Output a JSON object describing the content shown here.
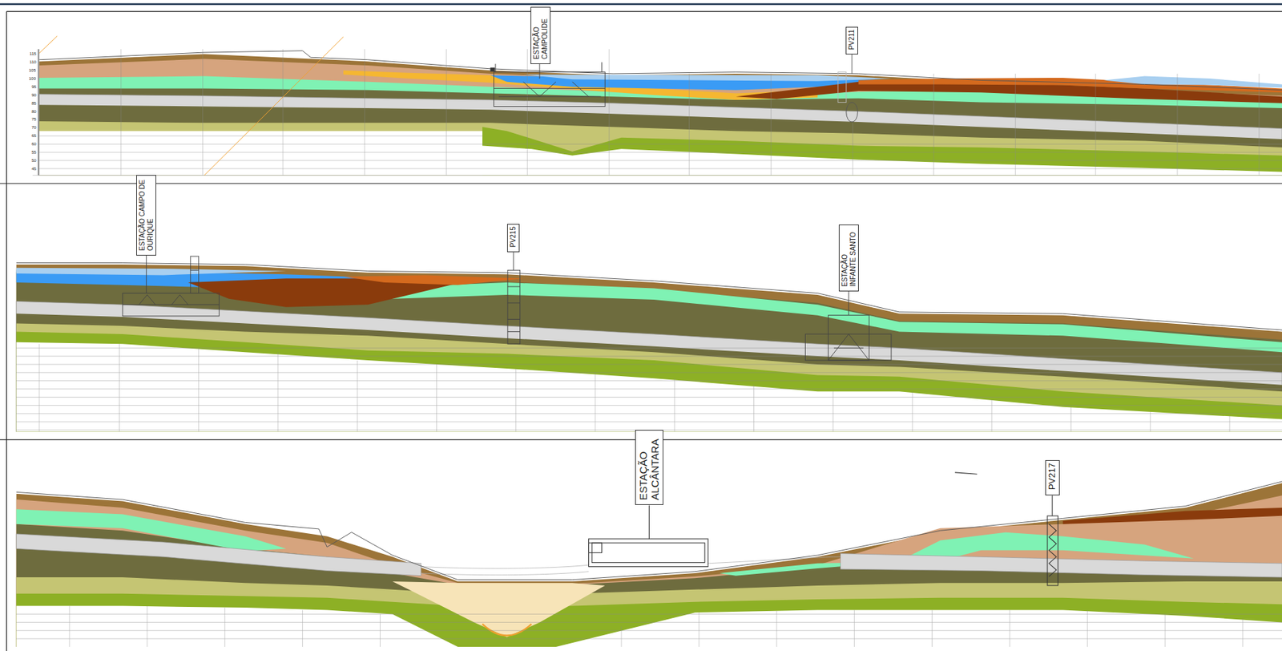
{
  "diagram": {
    "nodes": [
      {
        "text": [
          "ESTAÇÃO CAMPOLIDE"
        ]
      },
      {
        "text": [
          "PV211"
        ]
      },
      {
        "text": [
          "ESTAÇÃO CAMPO DE OURIQUE"
        ]
      },
      {
        "text": [
          "PV215"
        ]
      },
      {
        "text": [
          "ESTAÇÃO INFANTE SANTO"
        ]
      },
      {
        "text": [
          "ESTAÇÃO ALCÂNTARA"
        ]
      },
      {
        "text": [
          "PV217"
        ]
      }
    ],
    "labels": [
      "115",
      "110",
      "105",
      "100",
      "95",
      "90",
      "85",
      "80",
      "75",
      "70",
      "65",
      "60",
      "55",
      "50",
      "45"
    ]
  }
}
